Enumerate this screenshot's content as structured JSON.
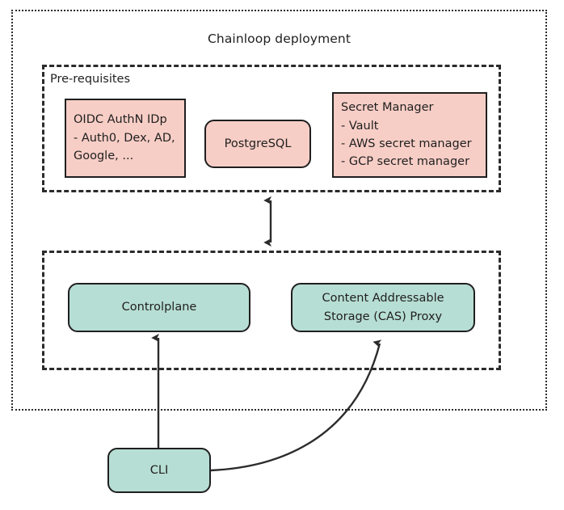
{
  "diagram": {
    "title": "Chainloop deployment",
    "background_color": "#ffffff",
    "stroke_color": "#2b2b2b",
    "text_color": "#1f1f1f",
    "pink_fill": "#f7cec6",
    "green_fill": "#b7ded4"
  },
  "groups": {
    "prerequisites": {
      "label": "Pre-requisites",
      "border_style": "dashed"
    },
    "services": {
      "label": "",
      "border_style": "dashed"
    },
    "deployment": {
      "label": "Chainloop deployment",
      "border_style": "dotted"
    }
  },
  "nodes": {
    "oidc": {
      "label": "OIDC AuthN IDp\n- Auth0, Dex, AD,\nGoogle, ...",
      "fill": "#f7cec6",
      "shape": "rectangle"
    },
    "postgresql": {
      "label": "PostgreSQL",
      "fill": "#f7cec6",
      "shape": "rounded-rectangle"
    },
    "secret_manager": {
      "label": "Secret Manager\n- Vault\n- AWS secret manager\n- GCP secret manager",
      "fill": "#f7cec6",
      "shape": "rectangle"
    },
    "controlplane": {
      "label": "Controlplane",
      "fill": "#b7ded4",
      "shape": "rounded-rectangle"
    },
    "cas_proxy": {
      "label": "Content Addressable\nStorage (CAS) Proxy",
      "fill": "#b7ded4",
      "shape": "rounded-rectangle"
    },
    "cli": {
      "label": "CLI",
      "fill": "#b7ded4",
      "shape": "rounded-rectangle"
    }
  },
  "edges": [
    {
      "name": "prereq-services-link",
      "from": "services-group",
      "to": "prerequisites-group",
      "arrow": "double",
      "style": "straight-vertical"
    },
    {
      "name": "cli-controlplane-link",
      "from": "cli",
      "to": "controlplane",
      "arrow": "single",
      "style": "straight-vertical"
    },
    {
      "name": "cli-cas-link",
      "from": "cli",
      "to": "cas_proxy",
      "arrow": "single",
      "style": "curved"
    }
  ]
}
